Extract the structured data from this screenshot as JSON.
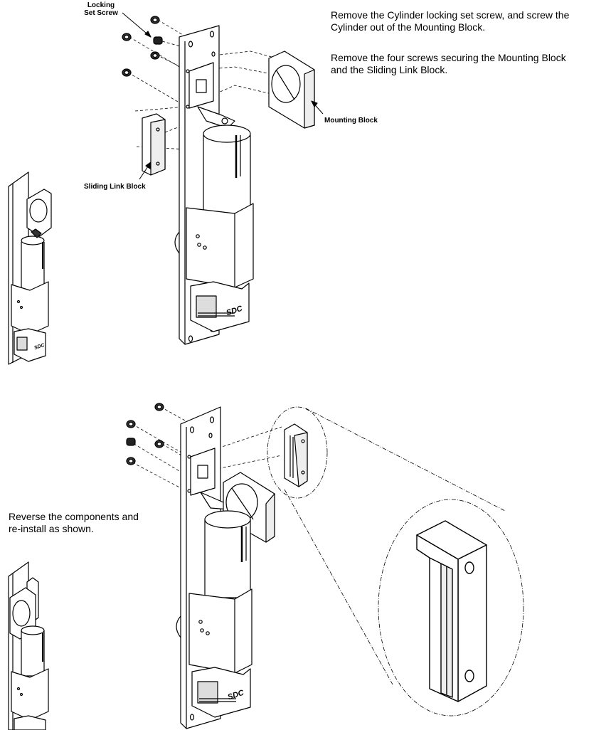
{
  "instructions": {
    "step1_line1": "Remove the Cylinder locking set screw, and screw the",
    "step1_line2": "Cylinder out of the Mounting Block.",
    "step2_line1": "Remove the four screws securing the Mounting Block",
    "step2_line2": "and the Sliding Link Block.",
    "step3_line1": "Reverse the components and",
    "step3_line2": "re-install as shown."
  },
  "callouts": {
    "locking_set_screw": "Locking\nSet Screw",
    "mounting_block": "Mounting Block",
    "sliding_link_block": "Sliding Link Block"
  },
  "labels": {
    "brand_mark": "SDC"
  },
  "colors": {
    "line": "#000000",
    "background": "#ffffff",
    "shade": "#cfcfcf"
  }
}
